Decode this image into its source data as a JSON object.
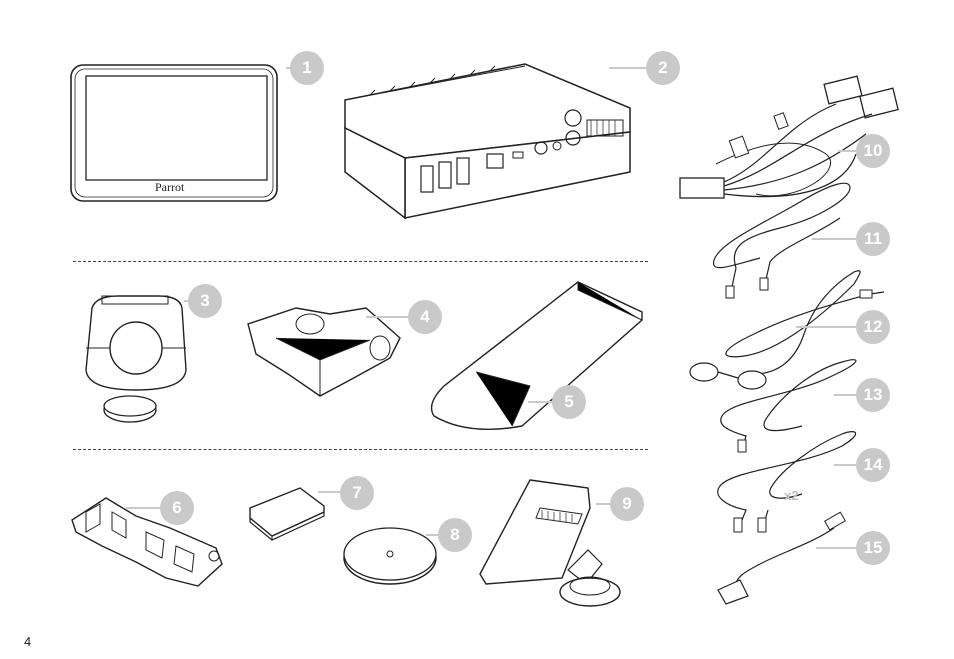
{
  "page": {
    "number": "4"
  },
  "screen": {
    "brand_label": "Parrot"
  },
  "cable14": {
    "quantity_label": "x2"
  },
  "items": [
    {
      "number": "1"
    },
    {
      "number": "2"
    },
    {
      "number": "3"
    },
    {
      "number": "4"
    },
    {
      "number": "5"
    },
    {
      "number": "6"
    },
    {
      "number": "7"
    },
    {
      "number": "8"
    },
    {
      "number": "9"
    },
    {
      "number": "10"
    },
    {
      "number": "11"
    },
    {
      "number": "12"
    },
    {
      "number": "13"
    },
    {
      "number": "14"
    },
    {
      "number": "15"
    }
  ],
  "colors": {
    "badge": "#c9c9c9",
    "line_art": "#222222",
    "background": "#ffffff"
  }
}
